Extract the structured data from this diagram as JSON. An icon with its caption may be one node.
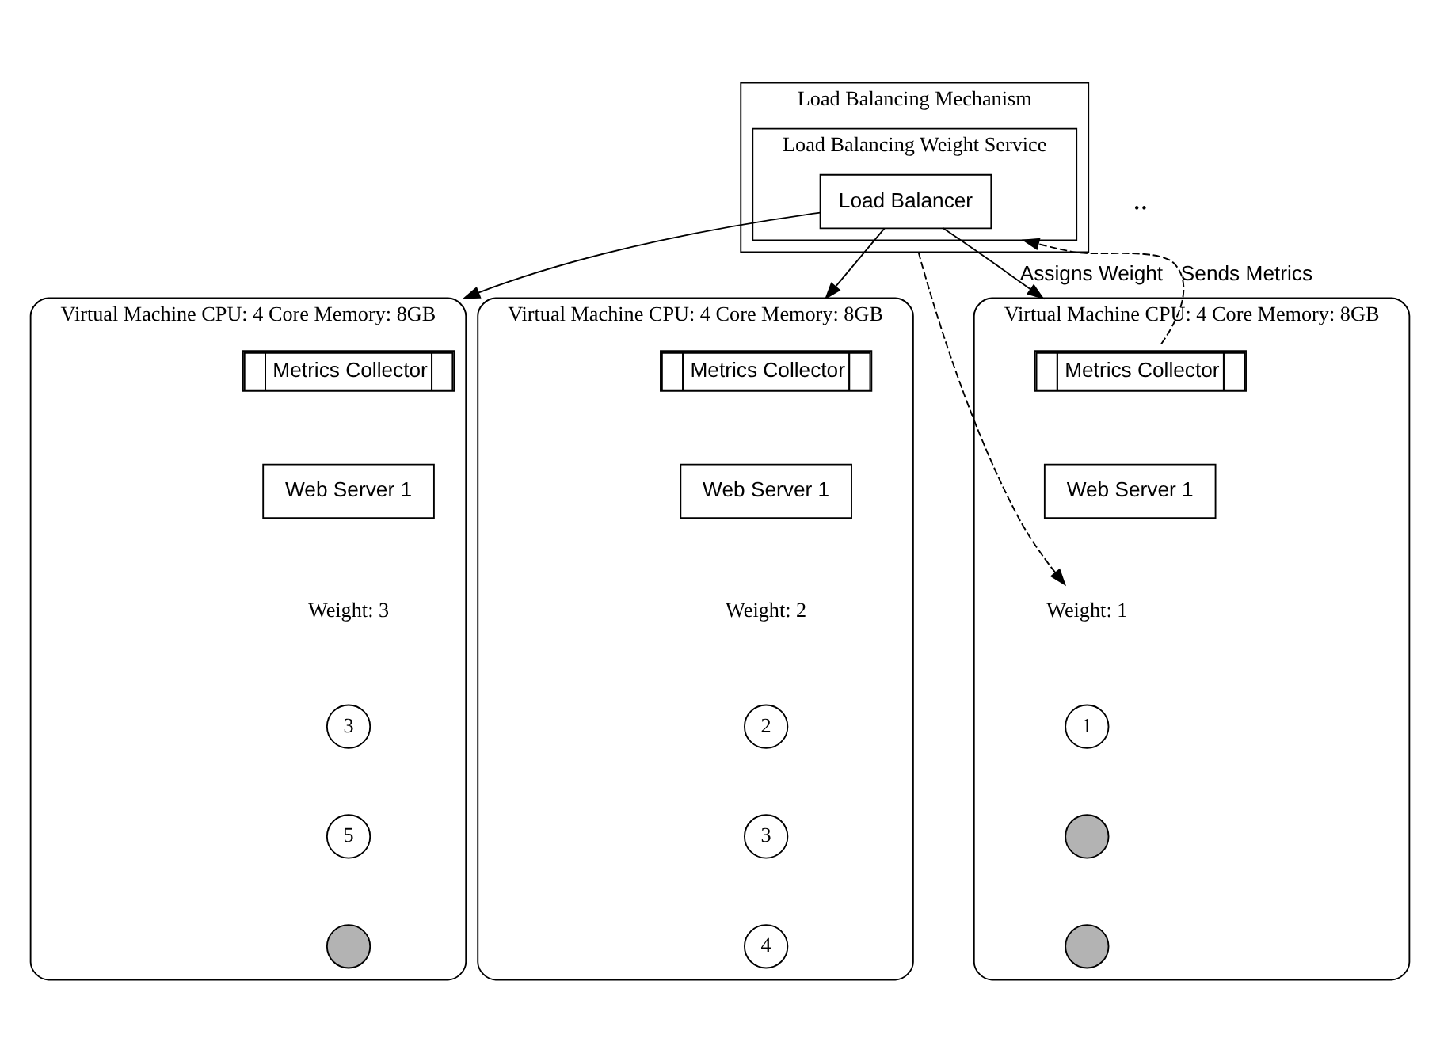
{
  "diagram": {
    "nodes": [
      {
        "text": [
          "Load Balancing Mechanism"
        ]
      },
      {
        "text": [
          "Load Balancing Weight Service"
        ],
        "in": 0
      },
      {
        "text": [
          "Load Balancer"
        ],
        "in": 1
      },
      {
        "text": [
          "Virtual Machine CPU: 4 Core Memory: 8GB"
        ]
      },
      {
        "text": [
          "Metrics Collector"
        ],
        "in": 3
      },
      {
        "text": [
          "Web Server 1"
        ],
        "in": 3
      },
      {
        "text": [
          "Weight: 1"
        ],
        "in": 3
      },
      {
        "text": [
          "1"
        ],
        "in": 3
      },
      {
        "text": [],
        "shape": "circle",
        "in": 3
      },
      {
        "text": [],
        "shape": "circle",
        "in": 3
      },
      {
        "text": [
          "Virtual Machine CPU: 4 Core Memory: 8GB"
        ]
      },
      {
        "text": [
          "Metrics Collector"
        ],
        "in": 10
      },
      {
        "text": [
          "Web Server 1"
        ],
        "in": 10
      },
      {
        "text": [
          "Weight: 3"
        ],
        "in": 10
      },
      {
        "text": [
          "3"
        ],
        "in": 10
      },
      {
        "text": [
          "5"
        ],
        "in": 10
      },
      {
        "text": [],
        "shape": "circle",
        "in": 10
      },
      {
        "text": [
          "Virtual Machine CPU: 4 Core Memory: 8GB"
        ]
      },
      {
        "text": [
          "Metrics Collector"
        ],
        "in": 17
      },
      {
        "text": [
          "Web Server 1"
        ],
        "in": 17
      },
      {
        "text": [
          "Weight: 2"
        ],
        "in": 17
      },
      {
        "text": [
          "2"
        ],
        "in": 17
      },
      {
        "text": [
          "3"
        ],
        "in": 17
      },
      {
        "text": [
          "4"
        ],
        "in": 17
      }
    ],
    "edges": [
      {
        "from": 2,
        "to": 3,
        "arrow": "to",
        "label": "Assigns Weight"
      },
      {
        "from": 2,
        "to": 10,
        "arrow": "to"
      },
      {
        "from": 2,
        "to": 17,
        "arrow": "to"
      },
      {
        "from": 4,
        "to": 1,
        "arrow": "to",
        "style": "dashed",
        "label": "Sends Metrics"
      },
      {
        "from": 0,
        "to": 6,
        "arrow": "to",
        "style": "dashed"
      }
    ],
    "labels": [
      ".."
    ]
  }
}
